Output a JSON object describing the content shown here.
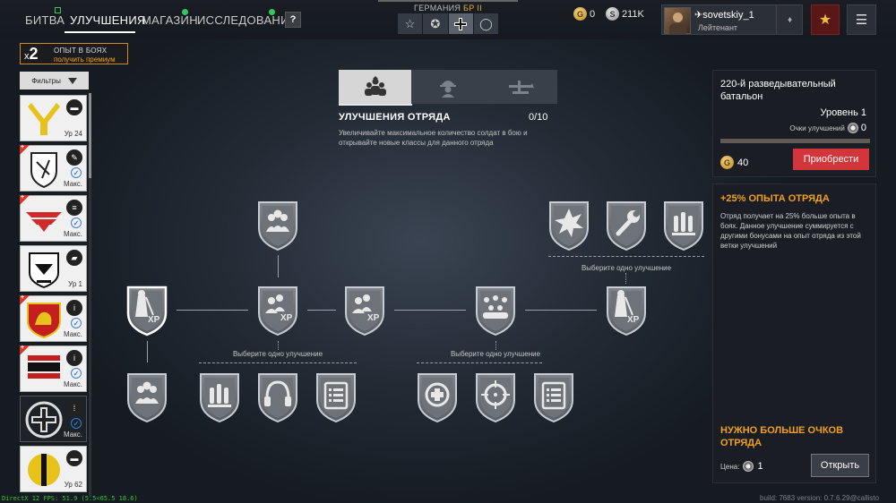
{
  "nav": {
    "items": [
      "БИТВА",
      "УЛУЧШЕНИЯ",
      "МАГАЗИН",
      "ИССЛЕДОВАНИЯ"
    ],
    "help": "?"
  },
  "nation": {
    "label": "ГЕРМАНИЯ",
    "br": "БР II",
    "tabs": [
      "star-outline",
      "star-filled",
      "balkenkreuz",
      "circle"
    ]
  },
  "currency": {
    "gold": "0",
    "silver": "211K"
  },
  "profile": {
    "name": "sovetskiy_1",
    "rank": "Лейтенант"
  },
  "xp_bonus": {
    "multiplier": "2",
    "title": "ОПЫТ В БОЯХ",
    "cta": "получить премиум"
  },
  "filters": {
    "label": "Фильтры"
  },
  "units": [
    {
      "level": "Ур 24",
      "emblem": "yellow-chevron",
      "icon": "tank-icon",
      "check": false,
      "plus": false
    },
    {
      "level": "Макс.",
      "emblem": "white-shield",
      "icon": "wrench-icon",
      "check": true,
      "plus": true
    },
    {
      "level": "Макс.",
      "emblem": "red-wings",
      "icon": "list-icon",
      "check": true,
      "plus": true
    },
    {
      "level": "Ур 1",
      "emblem": "eagle-shield",
      "icon": "truck-icon",
      "check": false,
      "plus": false
    },
    {
      "level": "Макс.",
      "emblem": "red-lion",
      "icon": "info-icon",
      "check": true,
      "plus": true
    },
    {
      "level": "Макс.",
      "emblem": "stripes",
      "icon": "info-icon",
      "check": true,
      "plus": true
    },
    {
      "level": "Макс.",
      "emblem": "cross-wreath",
      "icon": "bullets-icon",
      "check": true,
      "plus": false
    },
    {
      "level": "Ур 62",
      "emblem": "yellow-circle",
      "icon": "tank-icon",
      "check": false,
      "plus": false
    }
  ],
  "section": {
    "title": "УЛУЧШЕНИЯ ОТРЯДА",
    "count": "0/10",
    "desc": "Увеличивайте максимальное количество солдат в бою и открывайте новые классы для данного отряда"
  },
  "tree": {
    "choose_label": "Выберите одно улучшение"
  },
  "panel": {
    "title": "220-й разведывательный батальон",
    "level": "Уровень 1",
    "points_label": "Очки улучшений",
    "points": "0",
    "progress": 0.0,
    "price": "40",
    "buy": "Приобрести"
  },
  "upgrade": {
    "title": "+25% ОПЫТА ОТРЯДА",
    "desc": "Отряд получает на 25% больше опыта в боях. Данное улучшение суммируется с другими бонусами на опыт отряда из этой ветки улучшений",
    "need": "НУЖНО БОЛЬШЕ ОЧКОВ ОТРЯДА",
    "price_label": "Цена:",
    "price": "1",
    "open": "Открыть"
  },
  "footer": {
    "fps": "DirectX 12 FPS: 51.9 (5.5<65.5 18.6)",
    "build": "build: 7683 version: 0.7.6.29@callisto"
  },
  "colors": {
    "accent": "#f0a020",
    "buy": "#d2363a",
    "active_underline": "#ffffff"
  }
}
